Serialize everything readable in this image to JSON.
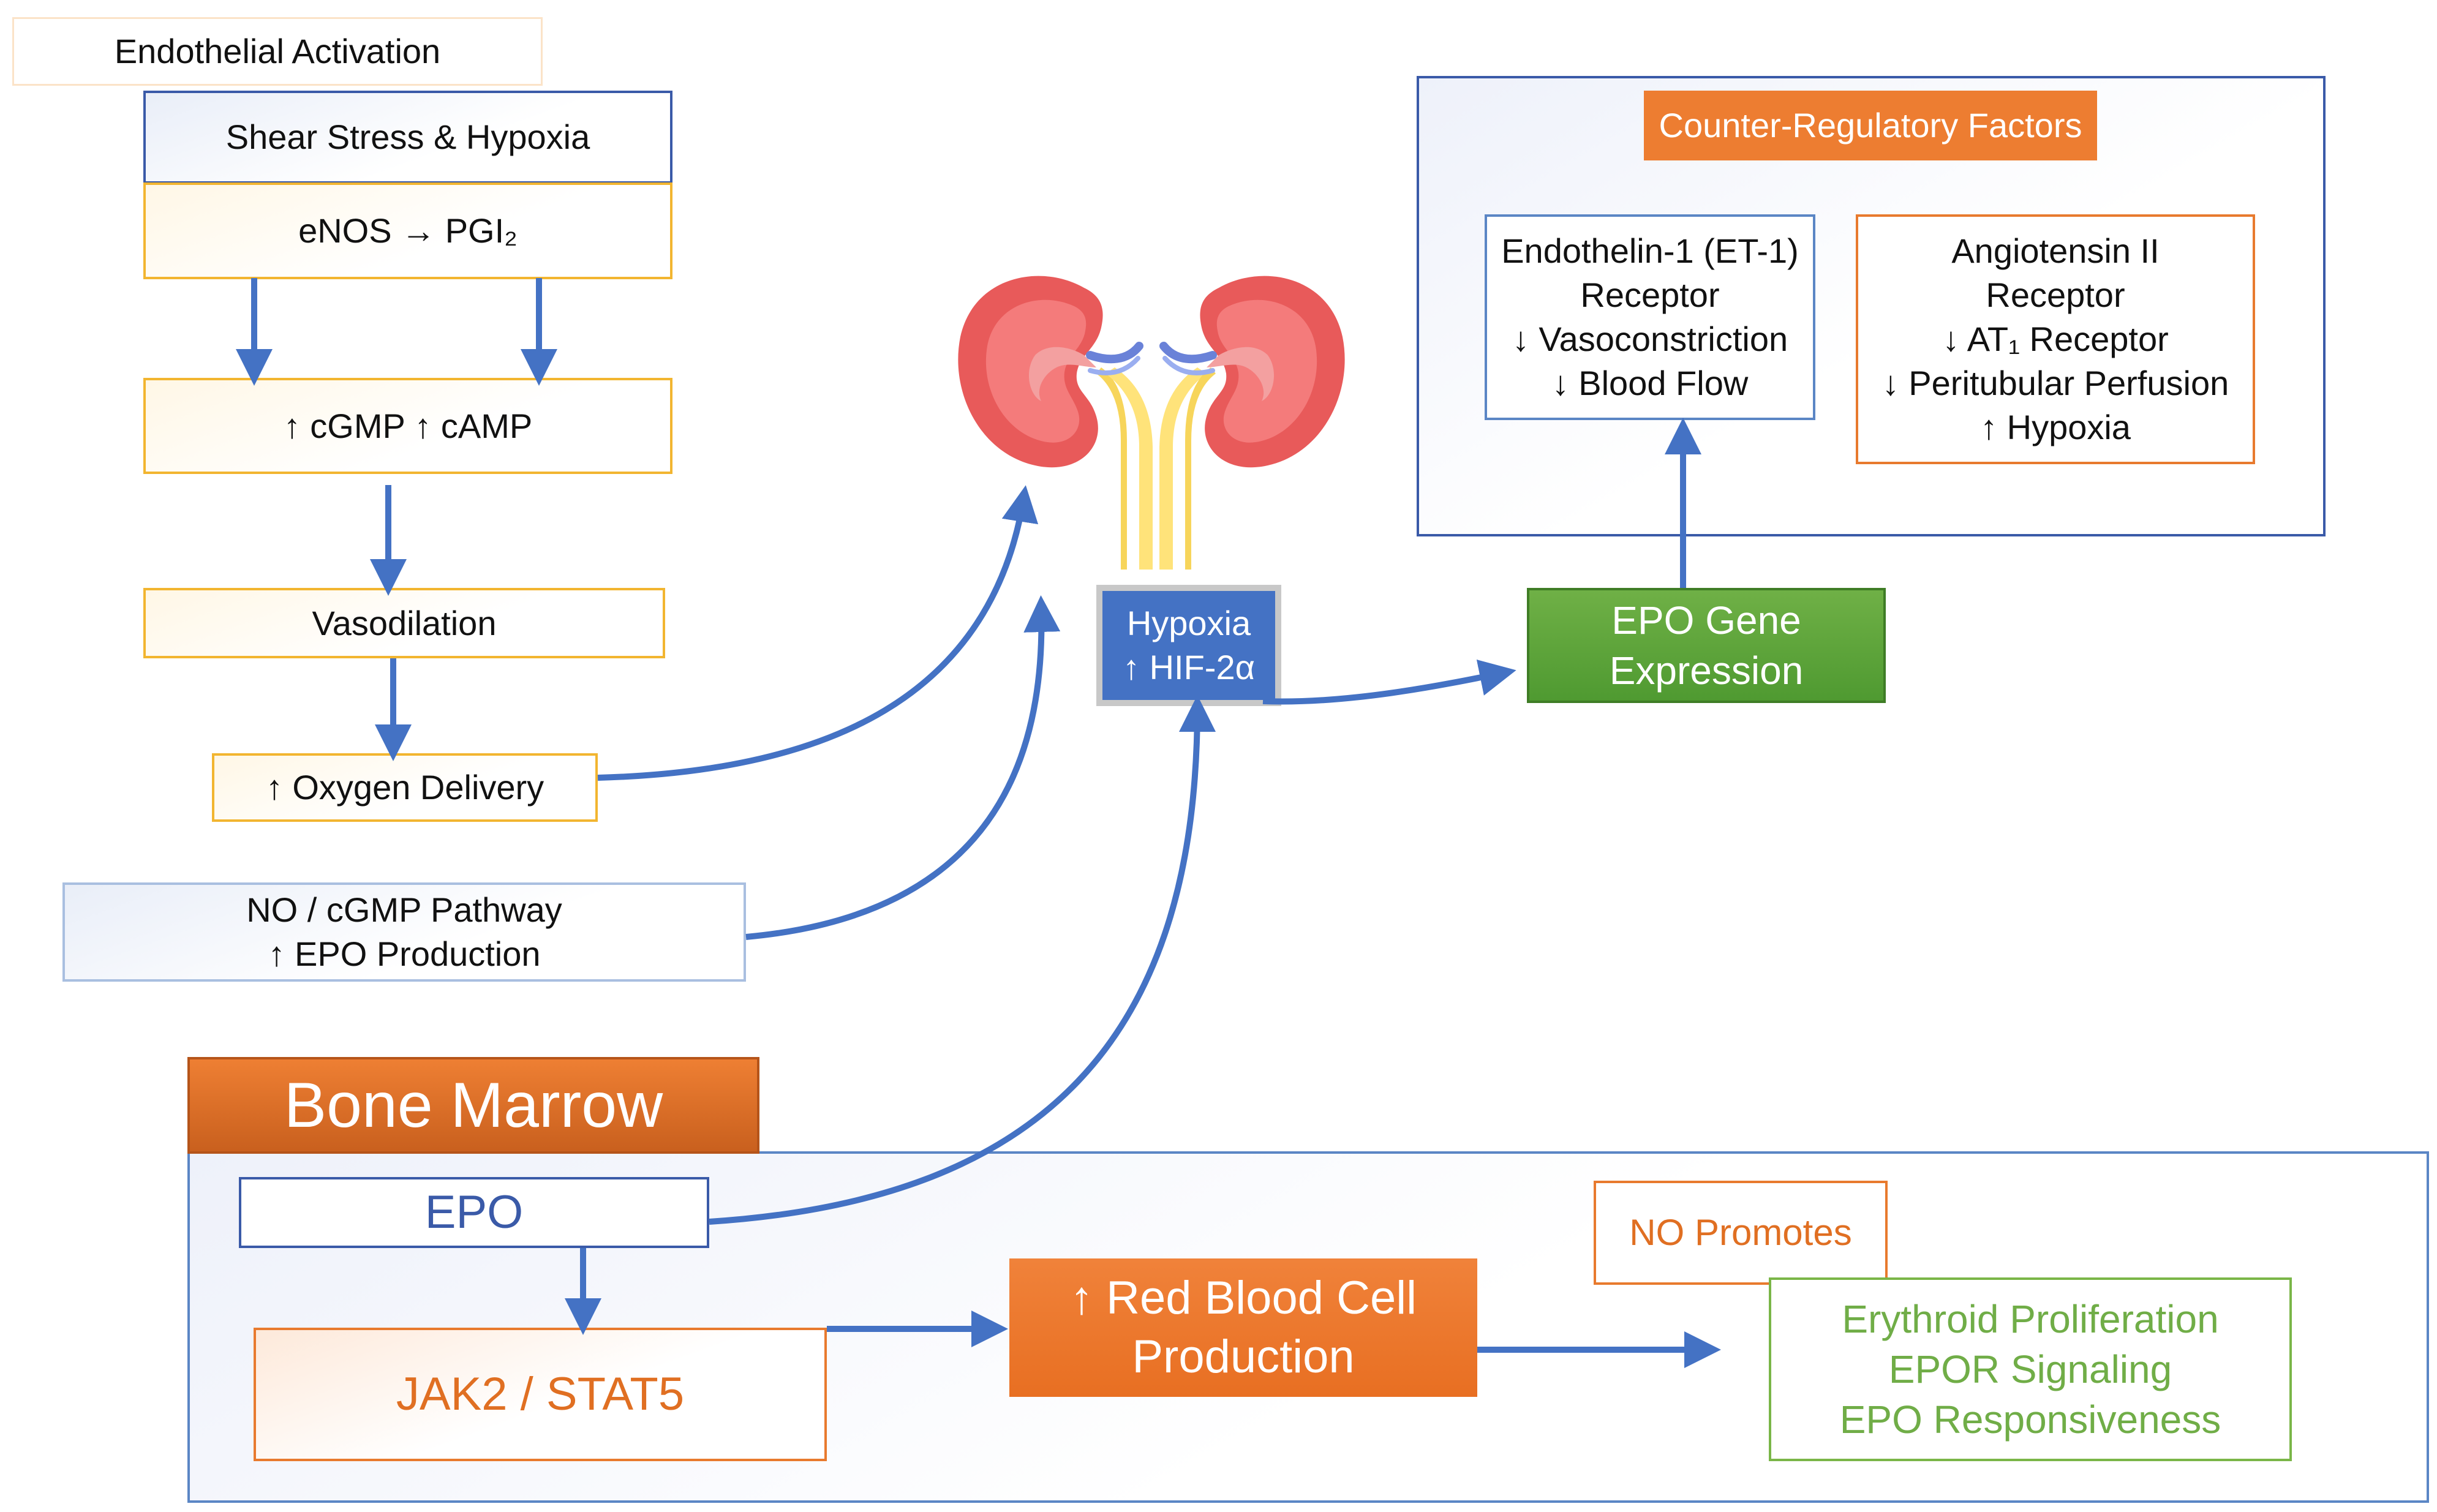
{
  "colors": {
    "arrow": "#4472c4",
    "yellow_border": "#f2b530",
    "blue_border": "#3a5aa8",
    "orange": "#ed7d31",
    "green": "#70ad47",
    "green_text": "#70ad47",
    "hif_box": "#4472c4"
  },
  "endothelial": {
    "title": "Endothelial Activation",
    "shear": "Shear Stress & Hypoxia",
    "enos": "eNOS → PGI₂",
    "cgmp": "↑ cGMP ↑ cAMP",
    "vasodilation": "Vasodilation",
    "oxygen": "↑ Oxygen Delivery"
  },
  "no_pathway": {
    "line1": "NO / cGMP Pathway",
    "line2": "↑ EPO Production"
  },
  "kidney": {
    "icon": "kidney-icon",
    "hypoxia_line1": "Hypoxia",
    "hypoxia_line2": "↑ HIF-2α"
  },
  "epo_gene": {
    "line1": "EPO Gene",
    "line2": "Expression"
  },
  "counter": {
    "title": "Counter-Regulatory Factors",
    "et1": [
      "Endothelin-1 (ET-1)",
      "Receptor",
      "↓ Vasoconstriction",
      "↓ Blood Flow"
    ],
    "ang": [
      "Angiotensin II",
      "Receptor",
      "↓ AT₁ Receptor",
      "↓ Peritubular Perfusion",
      "↑ Hypoxia"
    ]
  },
  "bone_marrow": {
    "title": "Bone Marrow",
    "epo": "EPO",
    "jak": "JAK2 / STAT5",
    "rbc_line1": "↑ Red Blood Cell",
    "rbc_line2": "Production",
    "no_promotes": "NO Promotes",
    "effects": [
      "Erythroid Proliferation",
      "EPOR Signaling",
      "EPO Responsiveness"
    ]
  }
}
